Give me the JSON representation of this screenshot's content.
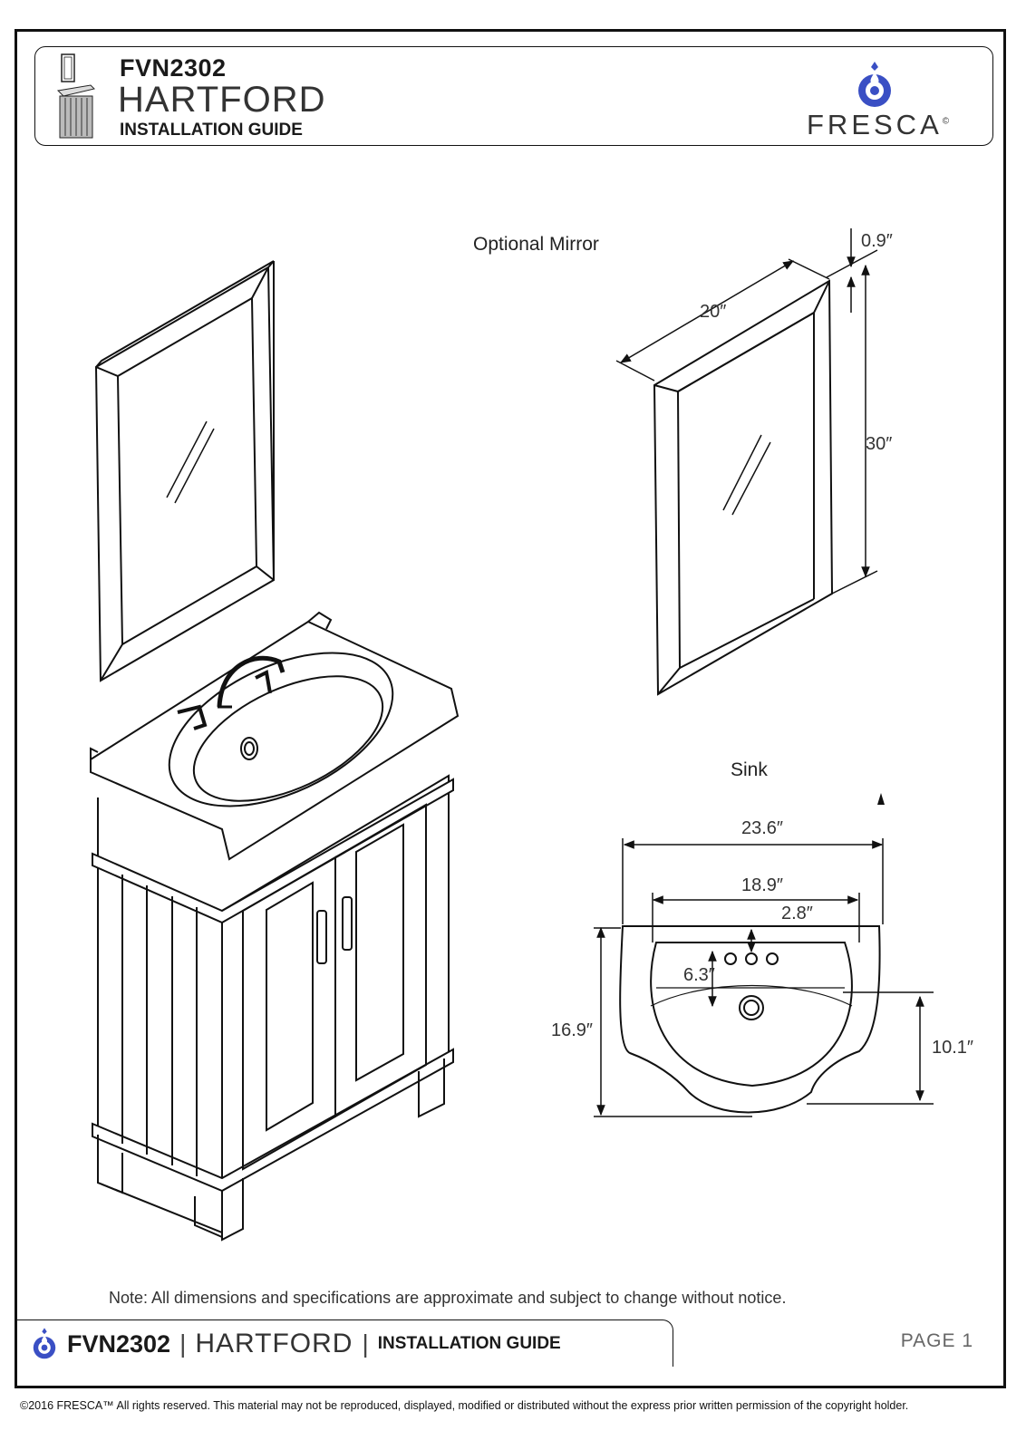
{
  "header": {
    "model": "FVN2302",
    "series": "HARTFORD",
    "guide": "INSTALLATION GUIDE",
    "brand": "FRESCA",
    "brand_mark": "©",
    "logo_icon": "fresca-drop-logo-icon",
    "thumbnail_icon": "vanity-thumbnail-icon"
  },
  "mirror": {
    "title": "Optional Mirror",
    "width": "20″",
    "height": "30″",
    "depth": "0.9″"
  },
  "sink": {
    "title": "Sink",
    "overall_width": "23.6″",
    "basin_width": "18.9″",
    "hole_offset": "2.8″",
    "drain_offset": "6.3″",
    "depth": "16.9″",
    "basin_depth": "10.1″"
  },
  "note": "Note: All dimensions and specifications are approximate and subject to change without notice.",
  "footer": {
    "model": "FVN2302",
    "separator": "|",
    "series": "HARTFORD",
    "guide": "INSTALLATION GUIDE",
    "page": "PAGE 1"
  },
  "copyright": "©2016 FRESCA™ All rights reserved. This material may not be reproduced, displayed, modified or distributed without the express prior written permission of the copyright holder.",
  "colors": {
    "ink": "#111111",
    "logo_blue": "#3a4fc4"
  }
}
